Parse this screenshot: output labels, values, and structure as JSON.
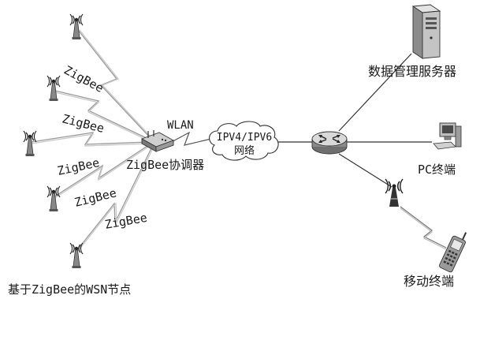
{
  "labels": {
    "zigbee_links": [
      "ZigBee",
      "ZigBee",
      "ZigBee",
      "ZigBee",
      "ZigBee"
    ],
    "wlan": "WLAN",
    "coordinator": "ZigBee协调器",
    "network_line1": "IPV4/IPV6",
    "network_line2": "网络",
    "server": "数据管理服务器",
    "pc": "PC终端",
    "mobile": "移动终端",
    "wsn_nodes": "基于ZigBee的WSN节点"
  },
  "icons": {
    "sensor": "sensor-node-icon",
    "coordinator": "zigbee-coordinator-icon",
    "cloud": "network-cloud-icon",
    "router": "router-icon",
    "server": "server-icon",
    "pc": "pc-terminal-icon",
    "tower": "base-station-icon",
    "phone": "mobile-phone-icon"
  }
}
